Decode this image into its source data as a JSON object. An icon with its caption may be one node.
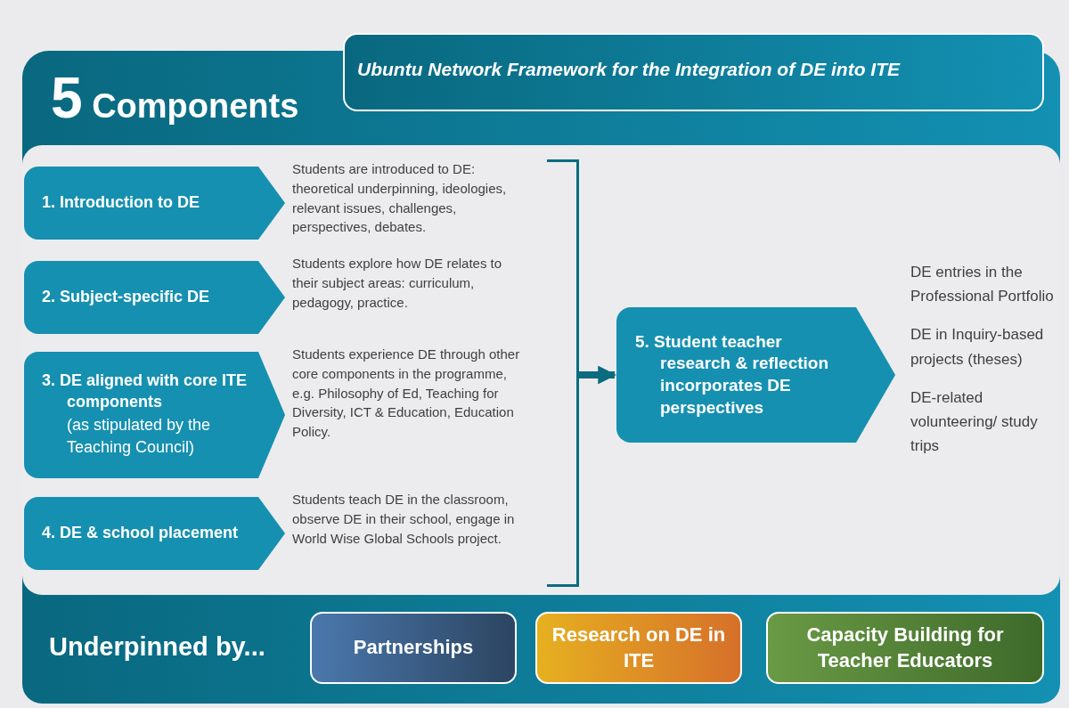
{
  "diagram": {
    "title": "Ubuntu Network Framework for the Integration of DE into ITE",
    "nodes": [
      {
        "text": [
          "5 Components"
        ]
      },
      {
        "text": [],
        "shape": "box",
        "in": 0
      },
      {
        "text": [
          "1. Introduction to DE"
        ],
        "in": 1,
        "beside": [
          "Students are introduced to DE: theoretical underpinning, ideologies, relevant issues, challenges, perspectives, debates."
        ]
      },
      {
        "text": [
          "2. Subject-specific DE"
        ],
        "in": 1,
        "beside": [
          "Students explore how DE relates to their subject areas: curriculum, pedagogy, practice."
        ]
      },
      {
        "text": [
          "3. DE aligned with core ITE components",
          "(as stipulated by the Teaching Council)"
        ],
        "in": 1,
        "beside": [
          "Students experience DE through other core components in the programme, e.g. Philosophy of Ed, Teaching for Diversity, ICT & Education, Education Policy."
        ]
      },
      {
        "text": [
          "4. DE & school placement"
        ],
        "in": 1,
        "beside": [
          "Students teach DE in the classroom, observe DE in their school, engage in World Wise Global Schools project."
        ]
      },
      {
        "text": [],
        "shape": "bracket",
        "in": 1
      },
      {
        "text": [
          "5. Student teacher research & reflection incorporates DE perspectives"
        ],
        "in": 1,
        "beside": [
          "DE entries in the Professional Portfolio",
          "DE in Inquiry-based projects (theses)",
          "DE-related volunteering/ study trips"
        ]
      },
      {
        "text": [
          "Partnerships"
        ],
        "in": 0
      },
      {
        "text": [
          "Research on DE in ITE"
        ],
        "in": 0
      },
      {
        "text": [
          "Capacity Building for Teacher Educators"
        ],
        "in": 0
      }
    ],
    "edges": [
      {
        "from": 6,
        "to": 7,
        "arrow": "to"
      }
    ],
    "labels": [
      "Underpinned by..."
    ]
  }
}
